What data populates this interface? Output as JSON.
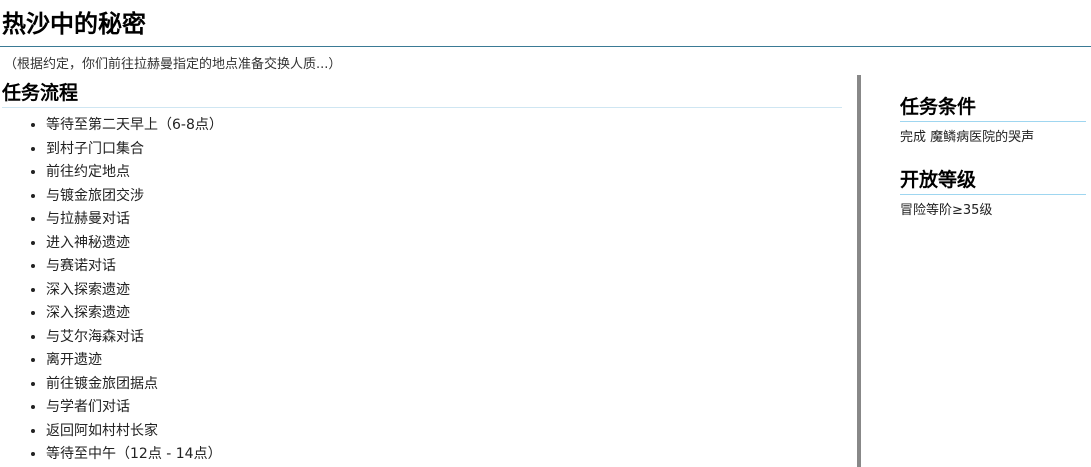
{
  "title": "热沙中的秘密",
  "subtitle": "（根据约定，你们前往拉赫曼指定的地点准备交换人质...）",
  "process": {
    "heading": "任务流程",
    "steps": [
      "等待至第二天早上（6-8点）",
      "到村子门口集合",
      "前往约定地点",
      "与镀金旅团交涉",
      "与拉赫曼对话",
      "进入神秘遗迹",
      "与赛诺对话",
      "深入探索遗迹",
      "深入探索遗迹",
      "与艾尔海森对话",
      "离开遗迹",
      "前往镀金旅团据点",
      "与学者们对话",
      "返回阿如村村长家",
      "等待至中午（12点 - 14点）"
    ]
  },
  "conditions": {
    "heading": "任务条件",
    "text": "完成 魔鳞病医院的哭声"
  },
  "level": {
    "heading": "开放等级",
    "text": "冒险等阶≥35级"
  }
}
